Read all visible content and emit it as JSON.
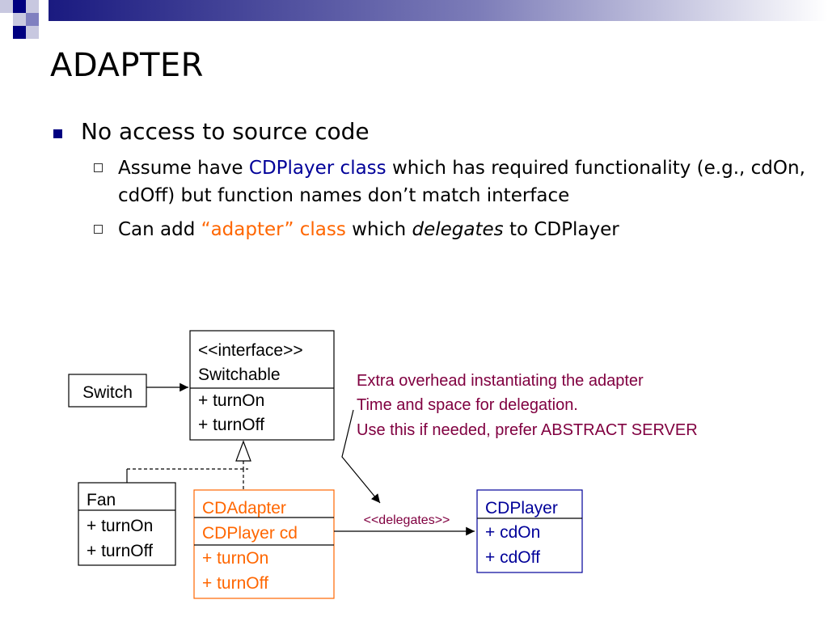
{
  "slide": {
    "title": "ADAPTER",
    "bullet": "No access to source code",
    "sub1": {
      "a": "Assume have ",
      "b": "CDPlayer class",
      "c": " which has required functionality (e.g., cdOn, cdOff) but function names don’t match interface"
    },
    "sub2": {
      "a": "Can add ",
      "b": "“adapter” class",
      "c": " which ",
      "d": "delegates",
      "e": " to CDPlayer"
    }
  },
  "diagram": {
    "switch": "Switch",
    "switchable": {
      "stereotype": "<<interface>>",
      "name": "Switchable",
      "op1": "+ turnOn",
      "op2": "+ turnOff"
    },
    "fan": {
      "name": "Fan",
      "op1": "+ turnOn",
      "op2": "+ turnOff"
    },
    "cdadapter": {
      "name": "CDAdapter",
      "attr": "CDPlayer cd",
      "op1": "+ turnOn",
      "op2": "+ turnOff"
    },
    "cdplayer": {
      "name": "CDPlayer",
      "op1": "+ cdOn",
      "op2": "+ cdOff"
    },
    "delegates_label": "<<delegates>>",
    "note": {
      "line1": "Extra overhead instantiating the adapter",
      "line2": "Time and space for delegation.",
      "line3": "Use this if needed, prefer ABSTRACT SERVER"
    }
  },
  "colors": {
    "orange": "#ff6600",
    "navy": "#000080",
    "maroon": "#800040",
    "blue": "#000099"
  }
}
